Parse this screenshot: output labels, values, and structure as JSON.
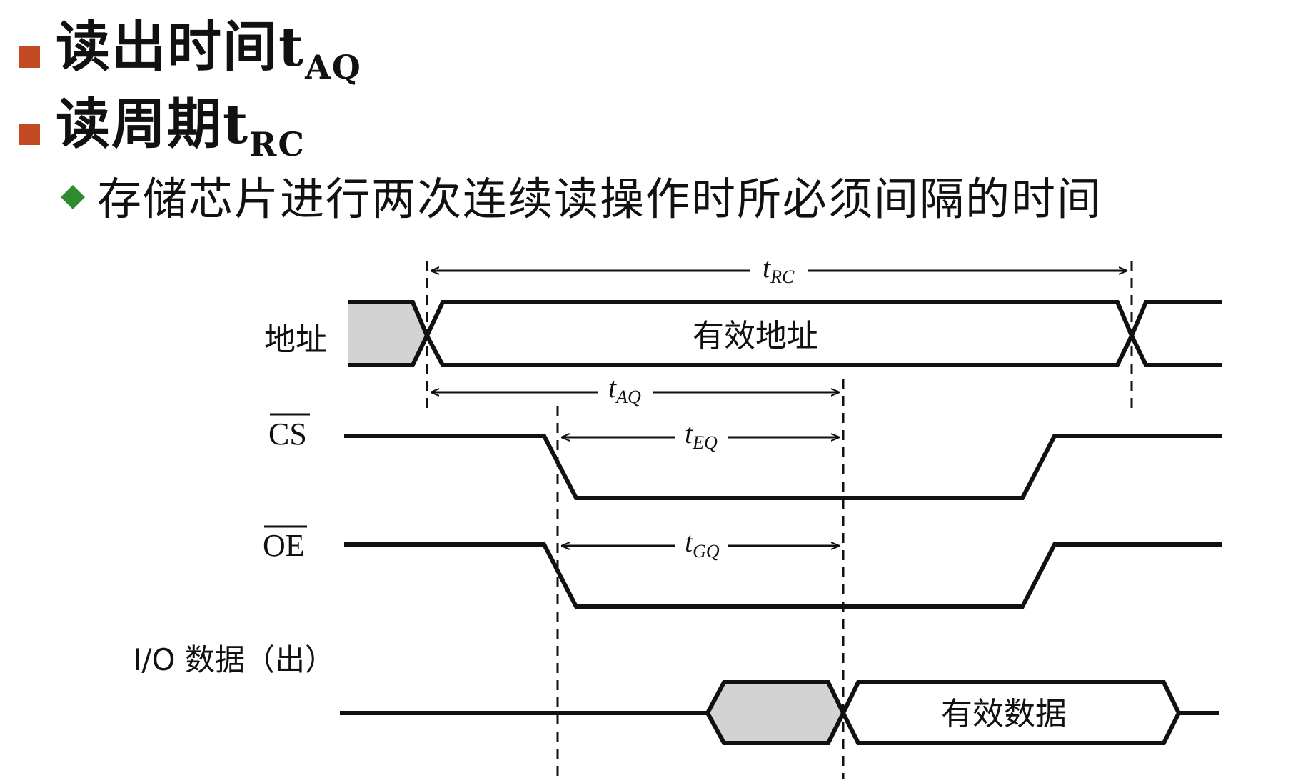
{
  "bullets": [
    {
      "text": "读出时间t",
      "sub": "AQ"
    },
    {
      "text": "读周期t",
      "sub": "RC"
    }
  ],
  "sub_bullet": "存储芯片进行两次连续读操作时所必须间隔的时间",
  "diagram": {
    "signals": {
      "address": "地址",
      "cs": "CS",
      "oe": "OE",
      "io": "I/O 数据（出）"
    },
    "bus_labels": {
      "valid_address": "有效地址",
      "valid_data": "有效数据"
    },
    "timings": {
      "trc": {
        "t": "t",
        "sub": "RC"
      },
      "taq": {
        "t": "t",
        "sub": "AQ"
      },
      "teq": {
        "t": "t",
        "sub": "EQ"
      },
      "tgq": {
        "t": "t",
        "sub": "GQ"
      }
    },
    "colors": {
      "invalid_fill": "#d3d3d3",
      "line": "#111111"
    }
  }
}
